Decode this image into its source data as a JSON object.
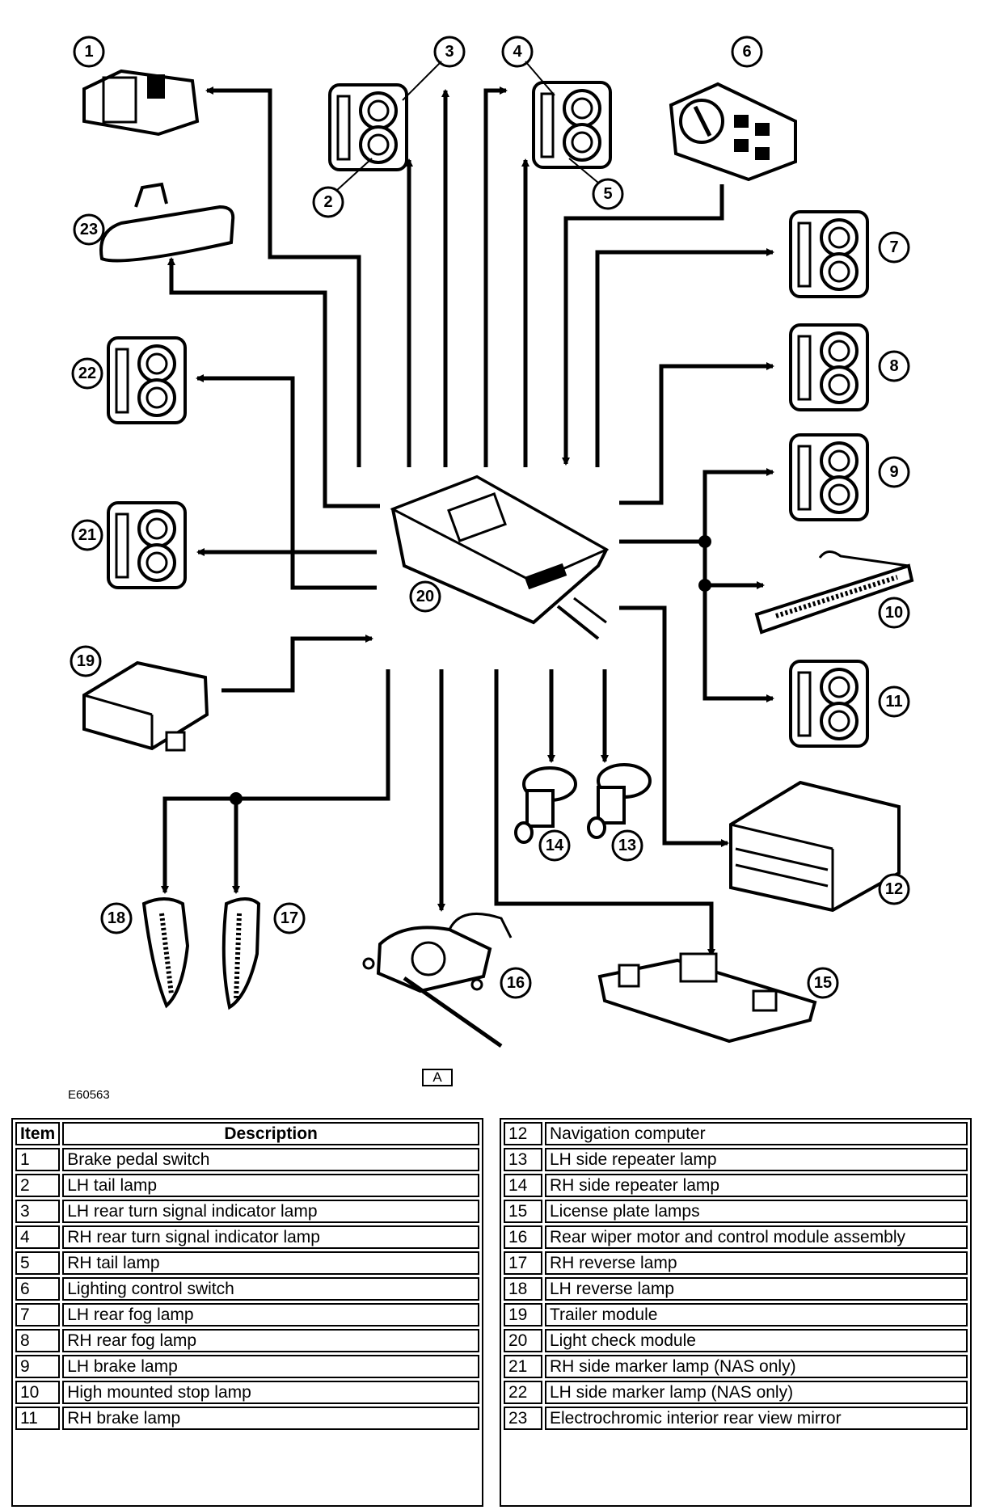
{
  "figure_code": "E60563",
  "legend": {
    "label": "A"
  },
  "center_module_number": "20",
  "callouts": [
    "1",
    "2",
    "3",
    "4",
    "5",
    "6",
    "7",
    "8",
    "9",
    "10",
    "11",
    "12",
    "13",
    "14",
    "15",
    "16",
    "17",
    "18",
    "19",
    "21",
    "22",
    "23"
  ],
  "table": {
    "headers": {
      "item": "Item",
      "description": "Description"
    },
    "left_rows": [
      {
        "item": "1",
        "description": "Brake pedal switch"
      },
      {
        "item": "2",
        "description": "LH tail lamp"
      },
      {
        "item": "3",
        "description": "LH rear turn signal indicator lamp"
      },
      {
        "item": "4",
        "description": "RH rear turn signal indicator lamp"
      },
      {
        "item": "5",
        "description": "RH tail lamp"
      },
      {
        "item": "6",
        "description": "Lighting control switch"
      },
      {
        "item": "7",
        "description": "LH rear fog lamp"
      },
      {
        "item": "8",
        "description": "RH rear fog lamp"
      },
      {
        "item": "9",
        "description": "LH brake lamp"
      },
      {
        "item": "10",
        "description": "High mounted stop lamp"
      },
      {
        "item": "11",
        "description": "RH brake lamp"
      }
    ],
    "right_rows": [
      {
        "item": "12",
        "description": "Navigation computer"
      },
      {
        "item": "13",
        "description": "LH side repeater lamp"
      },
      {
        "item": "14",
        "description": "RH side repeater lamp"
      },
      {
        "item": "15",
        "description": "License plate lamps"
      },
      {
        "item": "16",
        "description": "Rear wiper motor and control module assembly"
      },
      {
        "item": "17",
        "description": "RH reverse lamp"
      },
      {
        "item": "18",
        "description": "LH reverse lamp"
      },
      {
        "item": "19",
        "description": "Trailer module"
      },
      {
        "item": "20",
        "description": "Light check module"
      },
      {
        "item": "21",
        "description": "RH side marker lamp (NAS only)"
      },
      {
        "item": "22",
        "description": "LH side marker lamp (NAS only)"
      },
      {
        "item": "23",
        "description": "Electrochromic interior rear view mirror"
      }
    ]
  }
}
